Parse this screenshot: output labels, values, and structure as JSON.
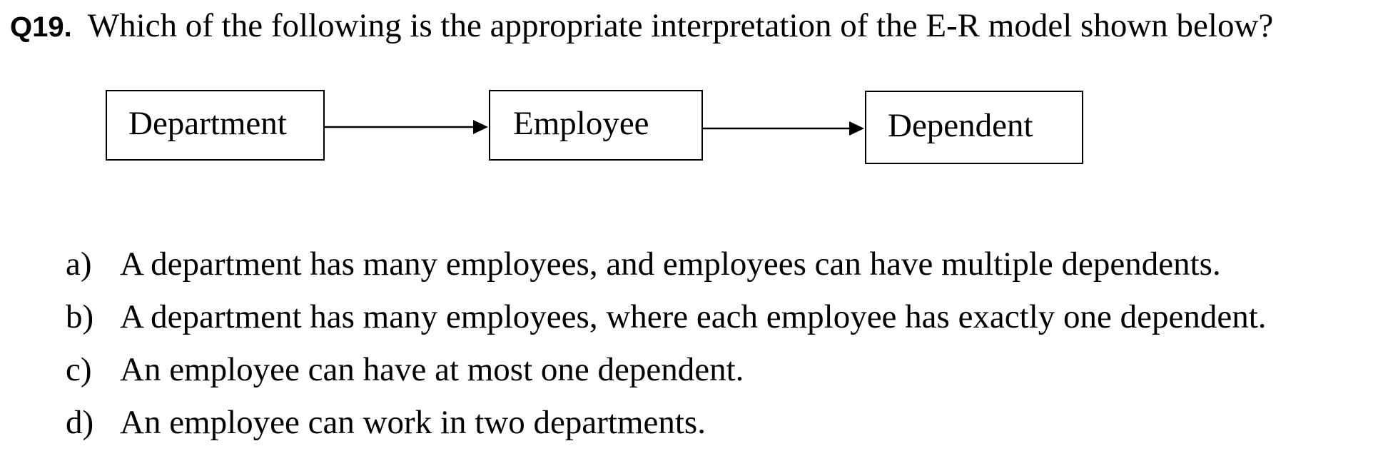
{
  "question": {
    "number": "Q19.",
    "text": "Which of the following is the appropriate interpretation of the E-R model shown below?"
  },
  "diagram": {
    "entities": [
      "Department",
      "Employee",
      "Dependent"
    ]
  },
  "options": [
    {
      "letter": "a)",
      "text": "A department has many employees, and employees can have multiple dependents."
    },
    {
      "letter": "b)",
      "text": "A department has many employees, where each employee has exactly one dependent."
    },
    {
      "letter": "c)",
      "text": "An employee can have at most one dependent."
    },
    {
      "letter": "d)",
      "text": "An employee can work in two departments."
    }
  ]
}
